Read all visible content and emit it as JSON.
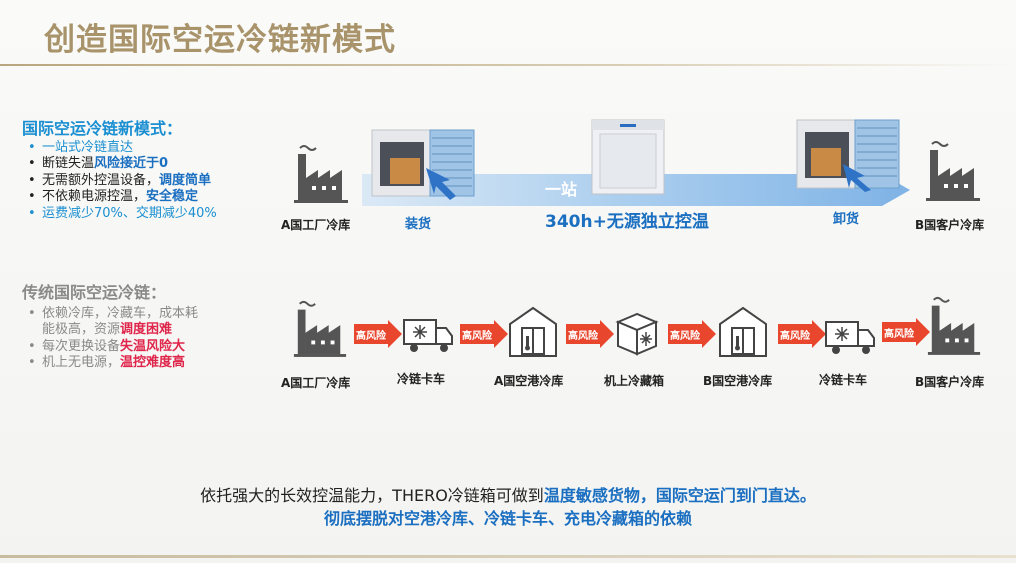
{
  "title": "创造国际空运冷链新模式",
  "new_mode": {
    "heading": "国际空运冷链新模式：",
    "bullets": [
      [
        "一站式冷链直达"
      ],
      [
        "断链失温",
        "风险接近于0"
      ],
      [
        "无需额外控温设备，",
        "调度简单"
      ],
      [
        "不依赖电源控温，",
        "安全稳定"
      ],
      [
        "运费减少70%、交期减少40%"
      ]
    ]
  },
  "new_flow": {
    "start": "A国工厂冷库",
    "load": "装货",
    "band_text": "一站",
    "center": "340h+无源独立控温",
    "unload": "卸货",
    "end": "B国客户冷库"
  },
  "traditional": {
    "heading": "传统国际空运冷链：",
    "b1_a": "依赖冷库，冷藏车，成本耗",
    "b1_b": "能极高，资源",
    "b1_c": "调度困难",
    "b2_a": "每次更换设备",
    "b2_b": "失温风险大",
    "b3_a": "机上无电源，",
    "b3_b": "温控难度高"
  },
  "trad_flow": {
    "risk": "高风险",
    "nodes": [
      "A国工厂冷库",
      "冷链卡车",
      "A国空港冷库",
      "机上冷藏箱",
      "B国空港冷库",
      "冷链卡车",
      "B国客户冷库"
    ]
  },
  "bottom": {
    "l1_a": "依托强大的长效控温能力，THERO冷链箱可做到",
    "l1_b": "温度敏感货物，国际空运门到门直达。",
    "l2": "彻底摆脱对空港冷库、冷链卡车、充电冷藏箱的依赖"
  },
  "colors": {
    "title": "#a8936a",
    "blue": "#1b8fd1",
    "red": "#e0254b",
    "arrow": "#e8472e"
  }
}
